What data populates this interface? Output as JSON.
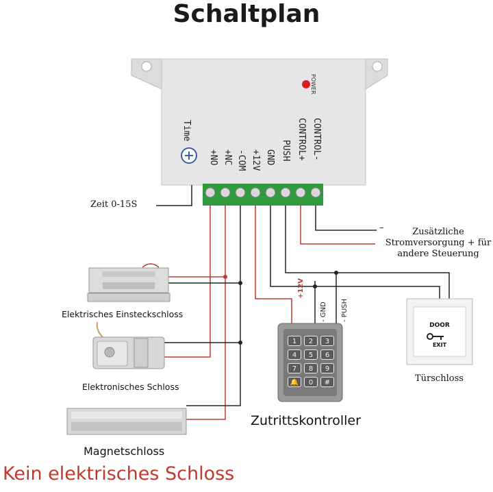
{
  "title": "Schaltplan",
  "controller": {
    "power_label": "POWER",
    "time_label": "Time",
    "terminals": [
      "+NO",
      "+NC",
      "-COM",
      "+12V",
      "GND",
      "PUSH",
      "CONTROL+",
      "CONTROL-"
    ]
  },
  "labels": {
    "zeit": "Zeit 0-15S",
    "dash": "–",
    "zusatz": [
      "Zusätzliche",
      "Stromversorgung + für",
      "andere Steuerung"
    ],
    "einsteck": "Elektrisches Einsteckschloss",
    "elektronisch": "Elektronisches Schloss",
    "magnet": "Magnetschloss",
    "zutritt": "Zutrittskontroller",
    "tuer": "Türschloss"
  },
  "keypad": {
    "wire_labels": [
      "+12V",
      "- GND",
      "- PUSH"
    ],
    "keys": [
      "1",
      "2",
      "3",
      "4",
      "5",
      "6",
      "7",
      "8",
      "9",
      "🔔",
      "0",
      "#"
    ]
  },
  "exit_button": {
    "line1": "DOOR",
    "line2": "EXIT"
  },
  "footer": "Kein elektrisches Schloss",
  "colors": {
    "wire_black": "#222222",
    "wire_red": "#c0392b",
    "footer": "#c0392b"
  }
}
